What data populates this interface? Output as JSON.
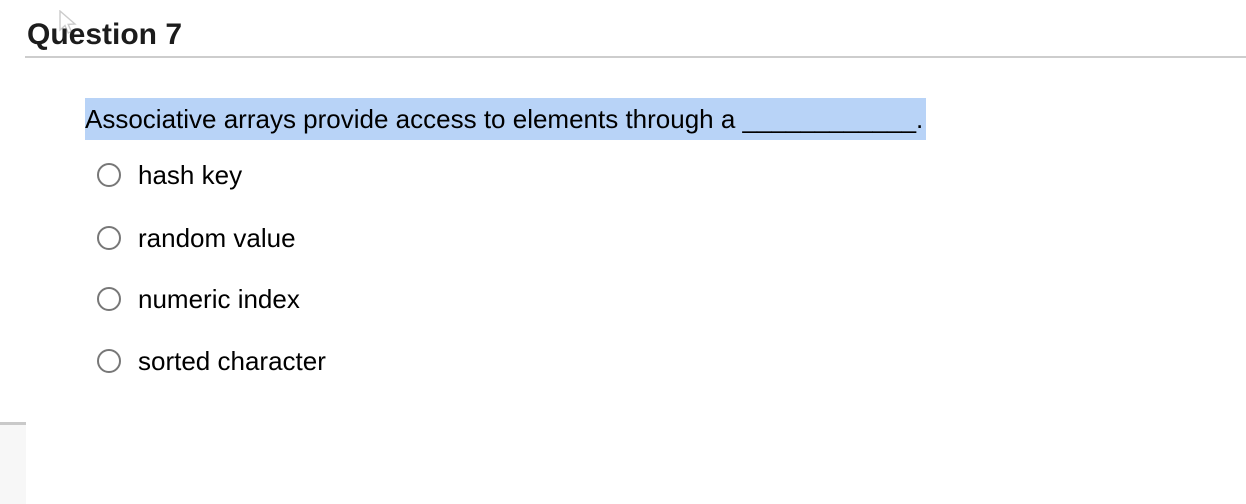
{
  "header": {
    "title": "Question 7"
  },
  "question": {
    "text": "Associative arrays provide access to elements through a ____________.",
    "is_text_selected": true,
    "highlight_color": "#b8d3f7"
  },
  "options": [
    {
      "label": "hash key",
      "selected": false
    },
    {
      "label": "random value",
      "selected": false
    },
    {
      "label": "numeric index",
      "selected": false
    },
    {
      "label": "sorted character",
      "selected": false
    }
  ],
  "icons": {
    "cursor": "mouse-arrow-cursor"
  },
  "colors": {
    "background": "#ffffff",
    "heading_text": "#1c1c1c",
    "body_text": "#000000",
    "selection_highlight": "#b8d3f7",
    "divider": "#cdcdcd",
    "radio_border": "#777777",
    "panel_edge_background": "#f7f7f7",
    "panel_edge_border": "#c9c9c9"
  }
}
